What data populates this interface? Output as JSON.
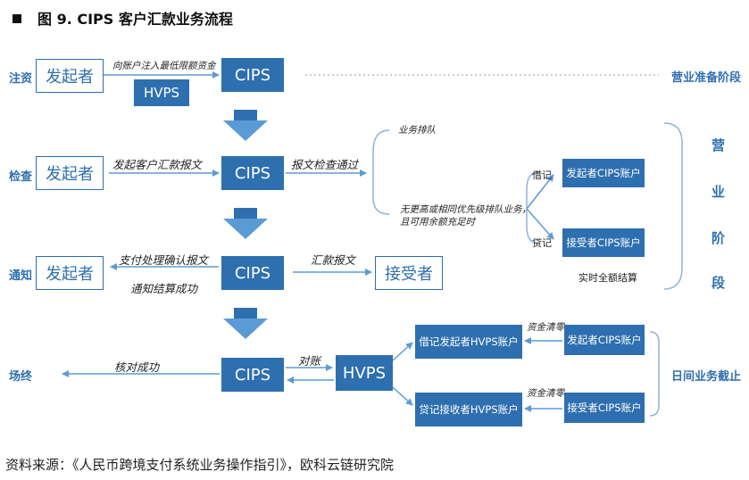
{
  "title": "图 9. CIPS 客户汇款业务流程",
  "stages": {
    "s1": "注资",
    "s2": "检查",
    "s3": "通知",
    "s4": "场终"
  },
  "boxes": {
    "originator": "发起者",
    "cips": "CIPS",
    "hvps": "HVPS",
    "receiver": "接受者",
    "originator_cips_acct": "发起者CIPS账户",
    "receiver_cips_acct": "接受者CIPS账户",
    "debit_originator_hvps": "借记发起者HVPS账户",
    "credit_receiver_hvps": "贷记接收者HVPS账户"
  },
  "labels": {
    "inject_min_funds": "向账户注入最低限额资金",
    "send_remit_msg": "发起客户汇款报文",
    "msg_check_pass": "报文检查通过",
    "queue": "业务排队",
    "no_higher_priority": "无更高或相同优先级排队业务，",
    "sufficient_balance": "且可用余额充足时",
    "debit": "借记",
    "credit": "贷记",
    "real_time_settle": "实时全额结算",
    "pay_confirm_msg": "支付处理确认报文",
    "notify_settle_success": "通知结算成功",
    "remit_msg": "汇款报文",
    "reconcile": "对账",
    "check_success": "核对成功",
    "fund_clear_1": "资金清零",
    "fund_clear_2": "资金清零"
  },
  "phases": {
    "prep": "营业准备阶段",
    "business": [
      "营",
      "业",
      "阶",
      "段"
    ],
    "cutoff": "日间业务截止"
  },
  "source": "资料来源：《人民币跨境支付系统业务操作指引》，欧科云链研究院",
  "colors": {
    "brand_blue": "#2E6FAF",
    "arrow_light": "#5B9BD5",
    "arrow_dark": "#2E6FAF",
    "bracket": "#8FB4D9"
  }
}
